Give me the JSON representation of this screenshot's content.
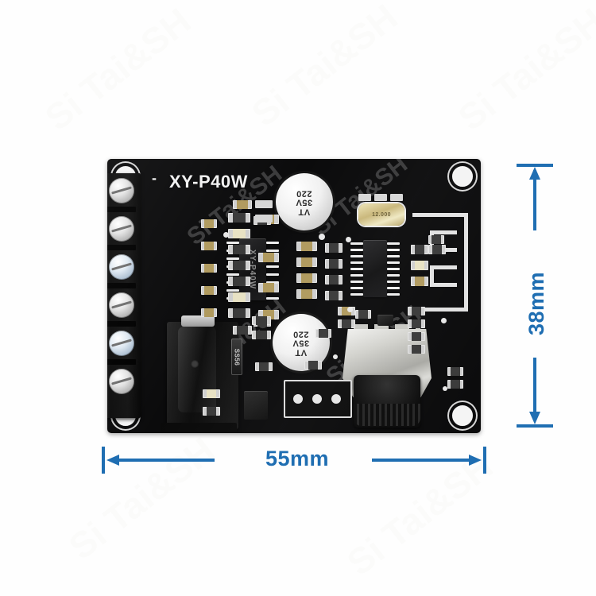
{
  "product": {
    "board_silkscreen_label": "XY-P40W",
    "ic_marking": "XY-P40W",
    "watermark": "Si Tai&SH"
  },
  "dimensions": {
    "width_label": "55mm",
    "height_label": "38mm",
    "accent_color": "#1f6eb2"
  },
  "components": {
    "capacitor_top": {
      "value": "220",
      "voltage": "35V",
      "code": "VT"
    },
    "capacitor_bottom": {
      "value": "220",
      "voltage": "35V",
      "code": "VT"
    },
    "diode": {
      "marking": "SS56"
    },
    "crystal": {
      "marking": "12.000"
    },
    "terminal_block": {
      "screw_count": 6
    },
    "header": {
      "pin_count": 3
    },
    "potentiometer": {
      "type": "rotary-volume-knob"
    },
    "antenna": {
      "type": "pcb-meander-bluetooth"
    },
    "mounting_holes": 4
  },
  "board_colors": {
    "solder_mask": "#0b0b0c",
    "silkscreen": "#f2f2f2",
    "pad_metal": "#d6d6d6"
  }
}
